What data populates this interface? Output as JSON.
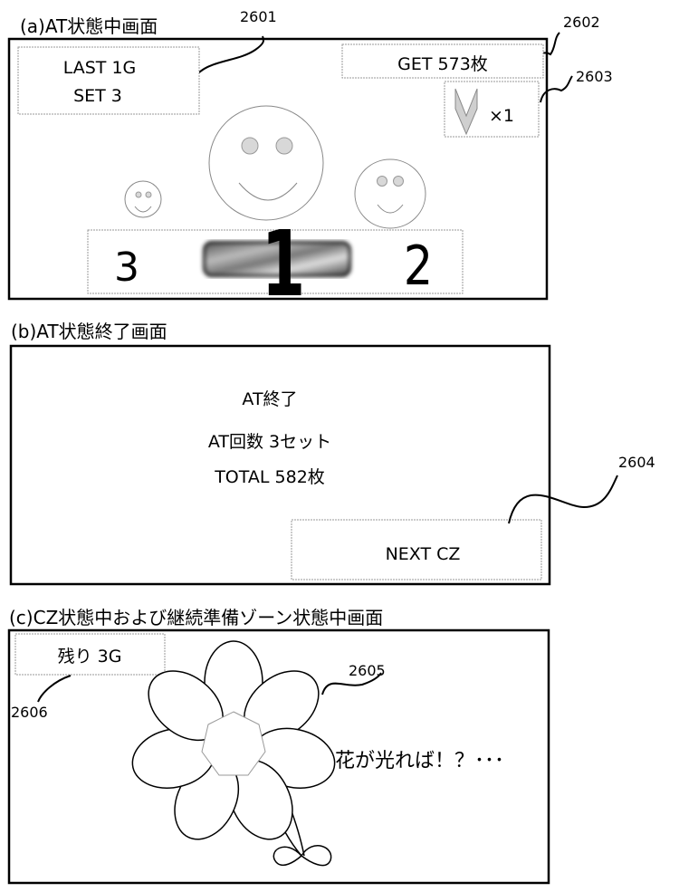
{
  "panel_a": {
    "title": "(a)AT状態中画面",
    "ref_2601": "2601",
    "ref_2602": "2602",
    "ref_2603": "2603",
    "last_games": "LAST  1G",
    "set_count": "SET  3",
    "get_medals": "GET  573枚",
    "multiplier": "×1",
    "reel_left": "3",
    "reel_center": "1",
    "reel_right": "2"
  },
  "panel_b": {
    "title": "(b)AT状態終了画面",
    "heading": "AT終了",
    "at_count": "AT回数    3セット",
    "total": "TOTAL  582枚",
    "next_label": "NEXT  CZ",
    "ref_2604": "2604"
  },
  "panel_c": {
    "title": "(c)CZ状態中および継続準備ゾーン状態中画面",
    "remaining": "残り  3G",
    "ref_2605": "2605",
    "ref_2606": "2606",
    "message": "花が光れば！？･･･"
  },
  "colors": {
    "eye_fill": "#d8d8d8",
    "icon_fill": "#cfcfcf"
  }
}
